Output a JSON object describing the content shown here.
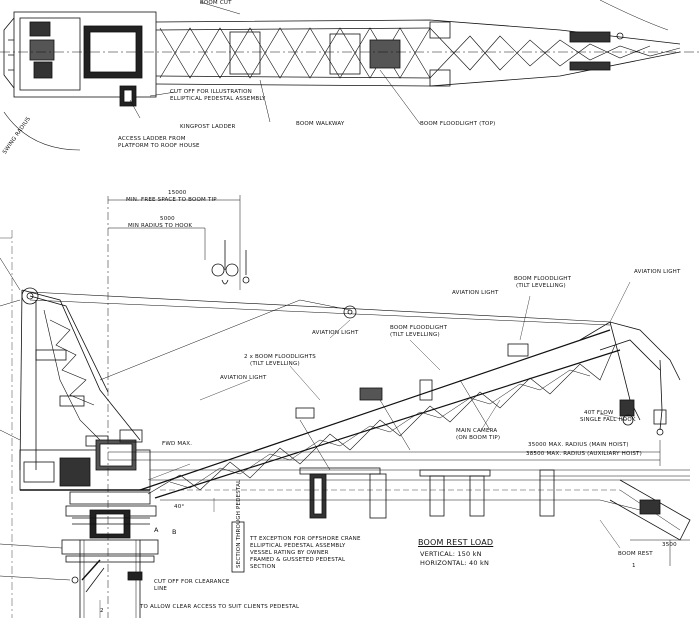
{
  "labels": {
    "boom_cutoff_top": "BOOM CUT",
    "pedestal_note_1": "CUT OFF FOR ILLUSTRATION",
    "pedestal_note_2": "ELLIPTICAL PEDESTAL ASSEMBLY",
    "access_ladder_1": "ACCESS LADDER FROM",
    "access_ladder_2": "PLATFORM TO ROOF HOUSE",
    "kingpost_label": "KINGPOST LADDER",
    "boom_walkway": "BOOM WALKWAY",
    "boom_light_top": "BOOM FLOODLIGHT (TOP)",
    "swing_radius": "SWING RADIUS",
    "max_height_dim": "15000",
    "max_height_text": "MIN. FREE SPACE TO BOOM TIP",
    "min_radius_dim": "5000",
    "min_radius_text": "MIN RADIUS TO HOOK",
    "aviation_light_top": "AVIATION LIGHT",
    "boom_floodlight_1": "BOOM FLOODLIGHT",
    "boom_floodlight_1b": "(TILT LEVELLING)",
    "aviation_light_mid": "AVIATION LIGHT",
    "boom_floodlight_2": "BOOM FLOODLIGHT",
    "boom_floodlight_2b": "(TILT LEVELLING)",
    "aviation_light_right": "AVIATION LIGHT",
    "boom_floodlights_3": "2 x BOOM FLOODLIGHTS",
    "boom_floodlights_3b": "(TILT LEVELLING)",
    "aviation_light_left": "AVIATION LIGHT",
    "main_camera_1": "MAIN CAMERA",
    "main_camera_2": "(ON BOOM TIP)",
    "aux_hook_1": "40T FLOW",
    "aux_hook_2": "SINGLE FALL HOOK",
    "radius_main": "35000 MAX. RADIUS (MAIN HOIST)",
    "radius_aux": "38500 MAX. RADIUS (AUXILIARY HOIST)",
    "fwd_max": "FWD MAX.",
    "angle_label": "40°",
    "a_label": "A",
    "b_label": "B",
    "boom_rest_title": "BOOM REST LOAD",
    "boom_rest_v": "VERTICAL: 150 kN",
    "boom_rest_h": "HORIZONTAL: 40 kN",
    "pedestal_note_3": "TT EXCEPTION FOR OFFSHORE CRANE",
    "pedestal_note_4": "ELLIPTICAL PEDESTAL ASSEMBLY",
    "pedestal_note_5": "VESSEL RATING BY OWNER",
    "pedestal_note_6": "FRAMED & GUSSETED PEDESTAL",
    "pedestal_note_7": "SECTION",
    "cut_off_note_1": "CUT OFF FOR CLEARANCE",
    "cut_off_note_2": "LINE",
    "bottom_note": "TO ALLOW CLEAR ACCESS TO SUIT CLIENTS PEDESTAL",
    "boom_rest_side": "BOOM REST",
    "dim_3500": "3500",
    "num_1": "1",
    "num_2": "2",
    "vert_label": "SECTION THROUGH PEDESTAL"
  }
}
